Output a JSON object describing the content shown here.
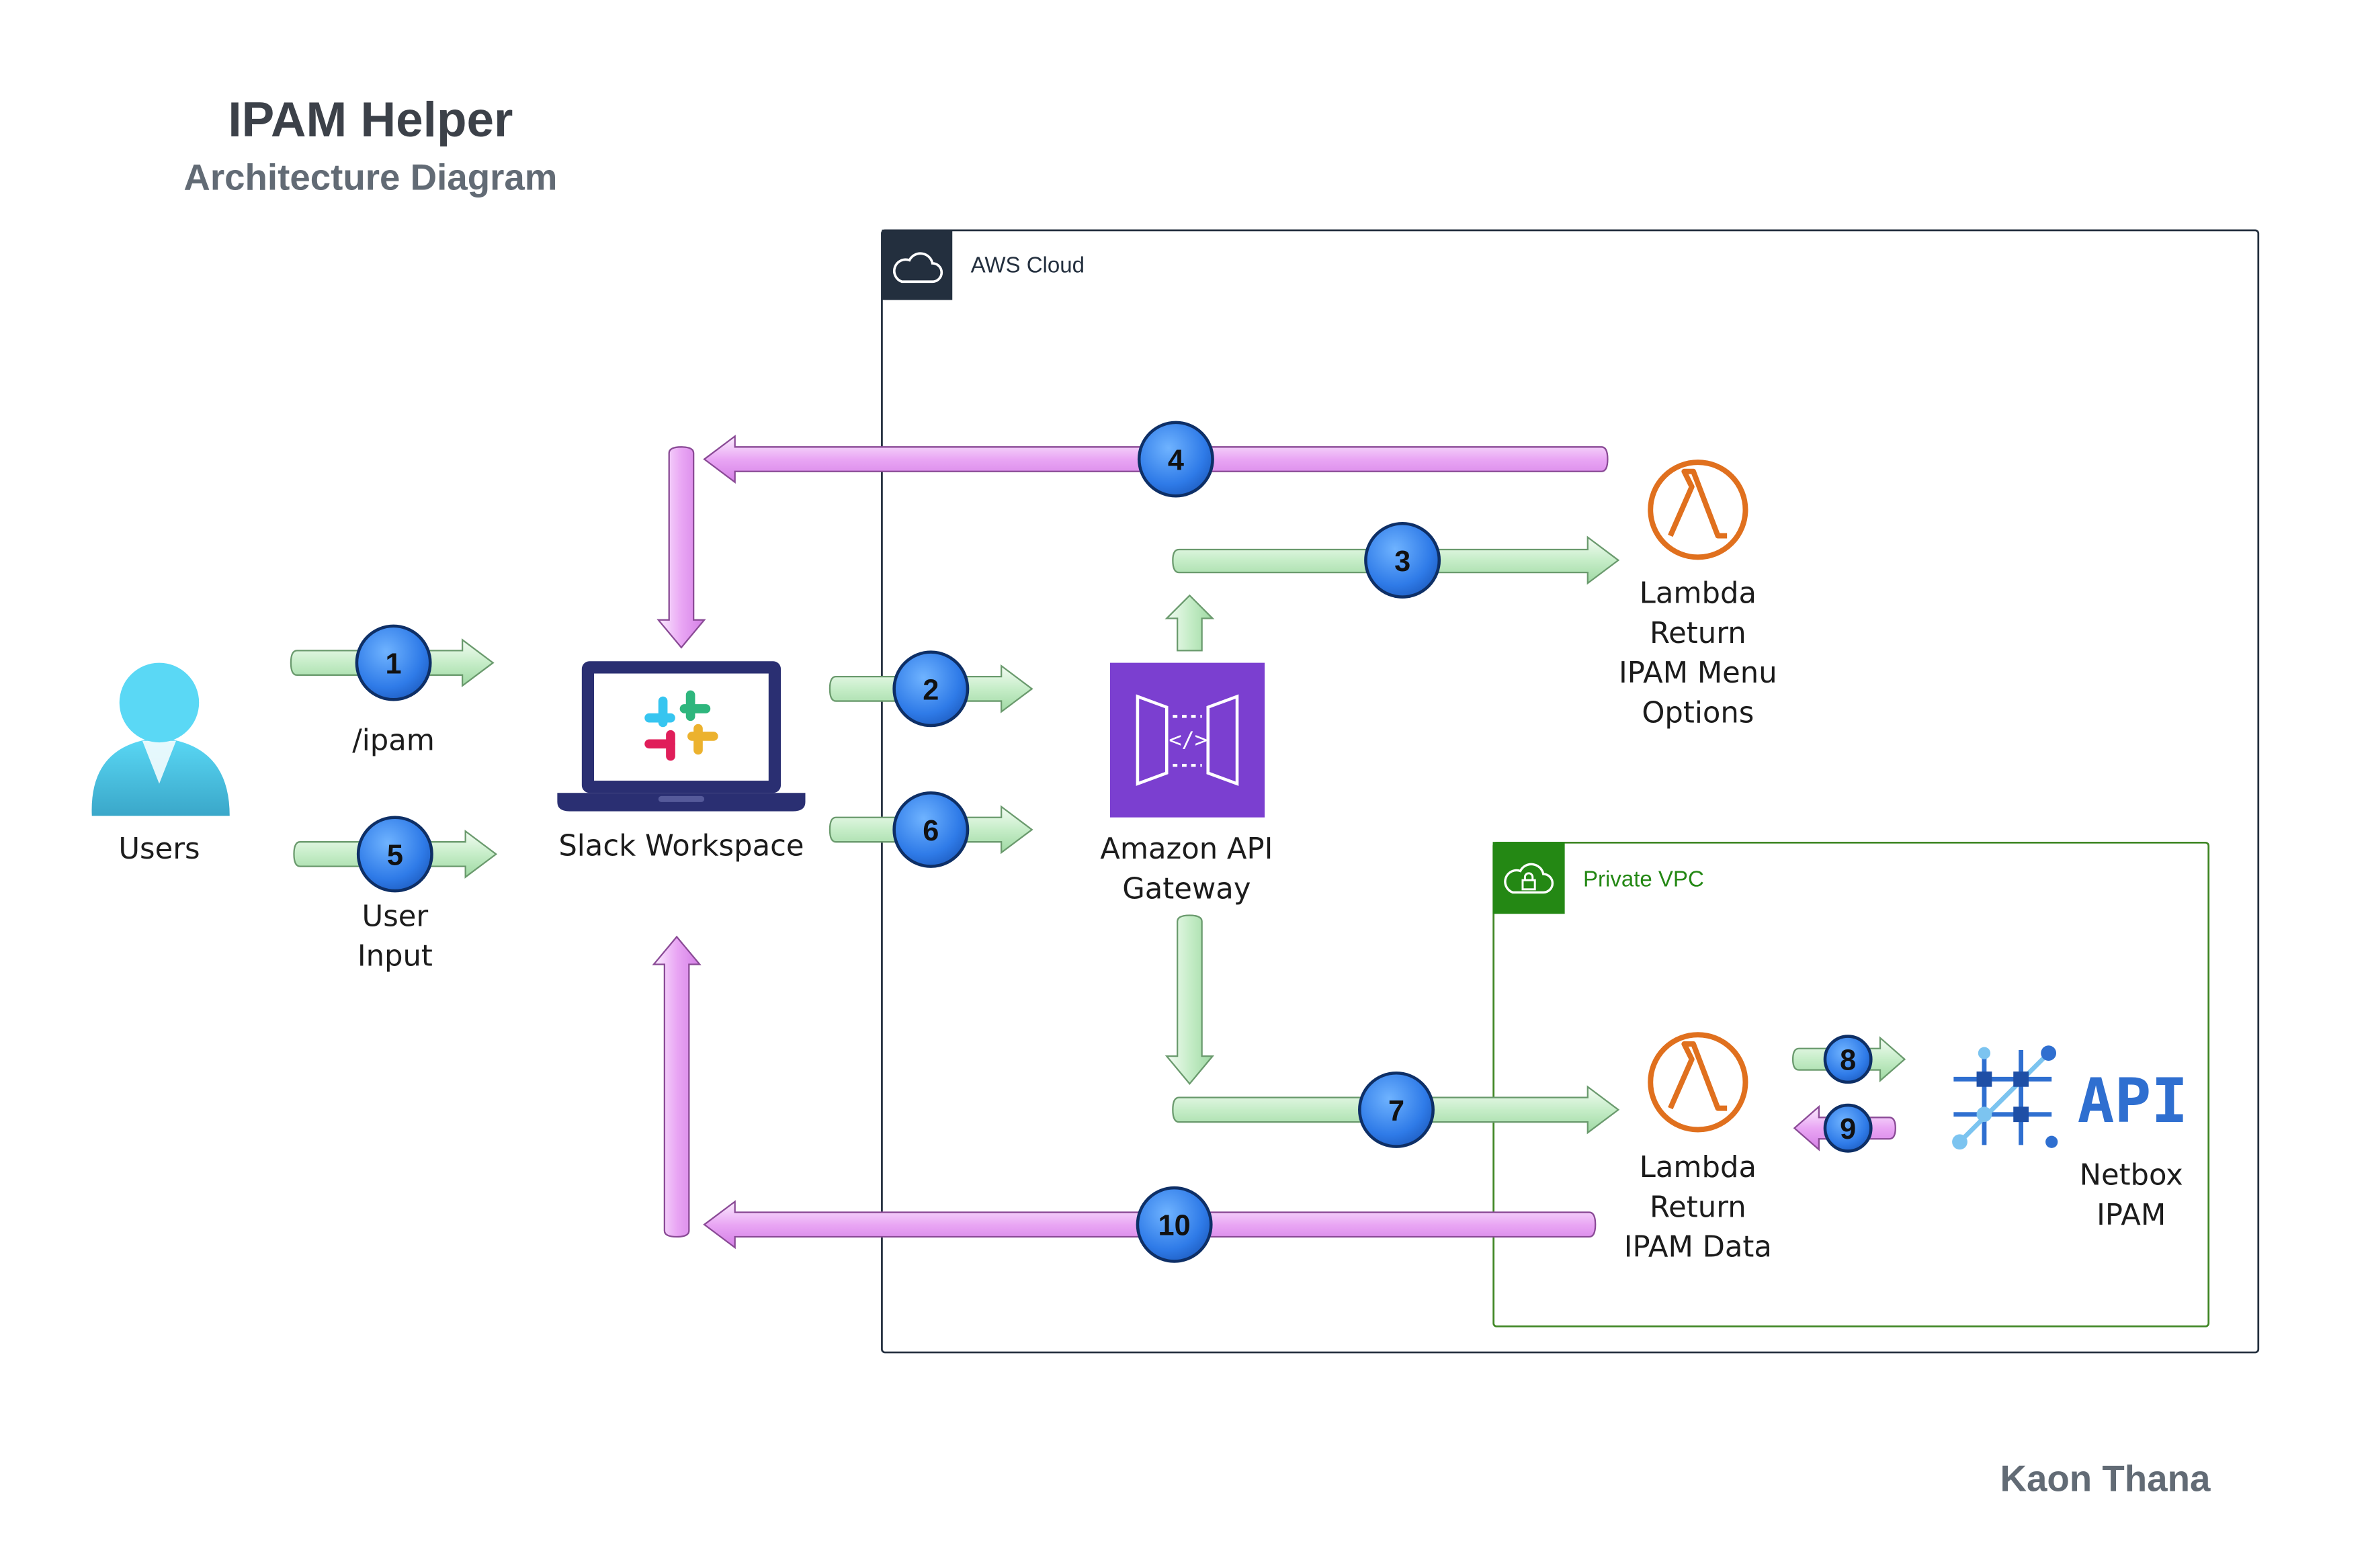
{
  "title": "IPAM Helper",
  "subtitle": "Architecture Diagram",
  "author": "Kaon Thana",
  "groups": {
    "aws_cloud": "AWS Cloud",
    "private_vpc": "Private VPC"
  },
  "nodes": {
    "users": {
      "label": "Users",
      "icon": "user-icon"
    },
    "slack": {
      "label": "Slack Workspace",
      "icon": "slack-laptop-icon"
    },
    "api_gateway": {
      "label_1": "Amazon API",
      "label_2": "Gateway",
      "icon": "api-gateway-icon"
    },
    "lambda_menu": {
      "label_1": "Lambda",
      "label_2": "Return",
      "label_3": "IPAM Menu",
      "label_4": "Options",
      "icon": "lambda-icon"
    },
    "lambda_data": {
      "label_1": "Lambda",
      "label_2": "Return",
      "label_3": "IPAM Data",
      "icon": "lambda-icon"
    },
    "netbox": {
      "label_1": "Netbox",
      "label_2": "IPAM",
      "icon": "netbox-api-icon",
      "api_text": "API"
    }
  },
  "steps": {
    "s1": {
      "number": "1",
      "label": "/ipam"
    },
    "s2": {
      "number": "2"
    },
    "s3": {
      "number": "3"
    },
    "s4": {
      "number": "4"
    },
    "s5": {
      "number": "5",
      "label_1": "User",
      "label_2": "Input"
    },
    "s6": {
      "number": "6"
    },
    "s7": {
      "number": "7"
    },
    "s8": {
      "number": "8"
    },
    "s9": {
      "number": "9"
    },
    "s10": {
      "number": "10"
    }
  },
  "colors": {
    "request_arrow": "#c9eecb",
    "response_arrow": "#e8a2f2",
    "badge": "#2f7be8",
    "aws_border": "#232f3e",
    "vpc_border": "#3f8624",
    "lambda": "#e0701e",
    "api_gateway": "#7b3fd0"
  }
}
